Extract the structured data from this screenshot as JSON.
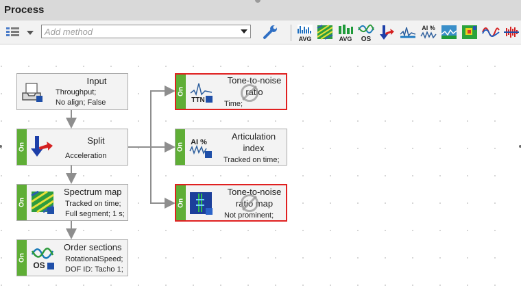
{
  "panel": {
    "title": "Process"
  },
  "toolbar": {
    "method_placeholder": "Add method",
    "left_icons": [
      "method-list-icon",
      "dropdown-arrow-icon"
    ],
    "wrench": "wrench-icon",
    "method_icons": [
      {
        "name": "avg-spectrum-icon",
        "label": "AVG"
      },
      {
        "name": "spectrum-map-icon"
      },
      {
        "name": "avg-colormap-icon",
        "label": "AVG"
      },
      {
        "name": "order-sections-icon",
        "label": "OS"
      },
      {
        "name": "split-icon"
      },
      {
        "name": "tone-to-noise-icon"
      },
      {
        "name": "articulation-index-icon",
        "label": "AI %"
      },
      {
        "name": "tone-to-noise-map-icon"
      },
      {
        "name": "heatmap-icon"
      },
      {
        "name": "wave-icon"
      },
      {
        "name": "sound-icon"
      }
    ]
  },
  "nodes": {
    "input": {
      "title": "Input",
      "lines": [
        "Throughput;",
        "No align; False"
      ]
    },
    "split": {
      "title": "Split",
      "lines": [
        "Acceleration"
      ],
      "status": "On"
    },
    "spectrum_map": {
      "title": "Spectrum map",
      "lines": [
        "Tracked on time;",
        "Full segment; 1 s;"
      ],
      "status": "On"
    },
    "order_sections": {
      "title": "Order sections",
      "lines": [
        "RotationalSpeed;",
        "DOF ID: Tacho 1;"
      ],
      "status": "On"
    },
    "ttn": {
      "title_l1": "Tone-to-noise",
      "title_l2": "ratio",
      "lines": [
        "Time;"
      ],
      "status": "On",
      "icon_label": "TTN"
    },
    "articulation": {
      "title_l1": "Articulation",
      "title_l2": "index",
      "lines": [
        "Tracked on time;"
      ],
      "status": "On",
      "icon_label": "AI %"
    },
    "ttn_map": {
      "title_l1": "Tone-to-noise",
      "title_l2": "ratio map",
      "lines": [
        "Not prominent;"
      ],
      "status": "On"
    }
  },
  "colors": {
    "on_bar": "#5fae36",
    "error_border": "#e02020",
    "wire": "#8e8e8e"
  }
}
